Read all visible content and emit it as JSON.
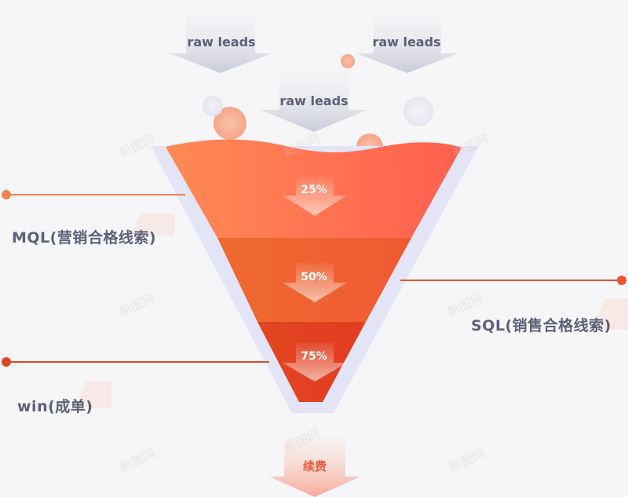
{
  "inputs": [
    {
      "label": "raw leads"
    },
    {
      "label": "raw leads"
    },
    {
      "label": "raw leads"
    }
  ],
  "stages": [
    {
      "percent": "25%",
      "color": "#ff7a4f"
    },
    {
      "percent": "50%",
      "color": "#ec5f2e"
    },
    {
      "percent": "75%",
      "color": "#e0431e"
    }
  ],
  "callouts": {
    "mql": "MQL(营销合格线索)",
    "sql": "SQL(销售合格线索)",
    "win": "win(成单)"
  },
  "output": {
    "label": "续费"
  },
  "watermark": "新图网",
  "colors": {
    "funnel_rim": "#e3e4f6",
    "arrow_gray": "#c5c7d6",
    "callout_line_orange": "#f0824a",
    "callout_line_red": "#e8552f",
    "label_text": "#5c6178",
    "renew_text": "#f25a3f"
  }
}
